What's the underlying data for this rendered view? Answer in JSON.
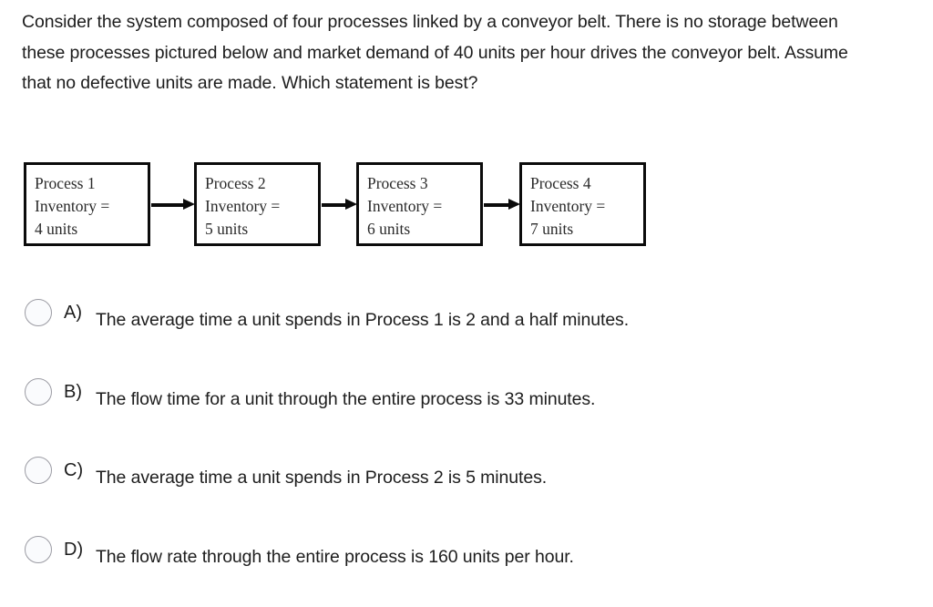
{
  "page": {
    "background_color": "#ffffff",
    "text_color": "#1d1d1d"
  },
  "question": {
    "prompt": "Consider the system composed of four processes linked by a conveyor belt. There is no storage between these processes pictured below and market demand of 40 units per hour drives the conveyor belt. Assume that no defective units are made. Which statement is best?"
  },
  "diagram": {
    "type": "process-flow",
    "border_color": "#0b0b0b",
    "arrow_color": "#0b0b0b",
    "boxes": [
      {
        "title": "Process 1",
        "label": "Inventory =",
        "value": "4 units"
      },
      {
        "title": "Process 2",
        "label": "Inventory =",
        "value": "5 units"
      },
      {
        "title": "Process 3",
        "label": "Inventory =",
        "value": "6 units"
      },
      {
        "title": "Process 4",
        "label": "Inventory =",
        "value": "7 units"
      }
    ],
    "connectors": [
      {
        "icon": "arrow-right-icon"
      },
      {
        "icon": "arrow-right-icon"
      },
      {
        "icon": "arrow-right-icon"
      }
    ]
  },
  "options": [
    {
      "letter": "A)",
      "text": "The average time a unit spends in Process 1 is 2 and a half minutes.",
      "selected": false
    },
    {
      "letter": "B)",
      "text": "The flow time for a unit through the entire process is 33 minutes.",
      "selected": false
    },
    {
      "letter": "C)",
      "text": "The average time a unit spends in Process 2 is 5 minutes.",
      "selected": false
    },
    {
      "letter": "D)",
      "text": "The flow rate through the entire process is 160 units per hour.",
      "selected": false
    }
  ],
  "radio": {
    "fill_color": "#fafbfd",
    "border_color": "#9b9ba3"
  }
}
